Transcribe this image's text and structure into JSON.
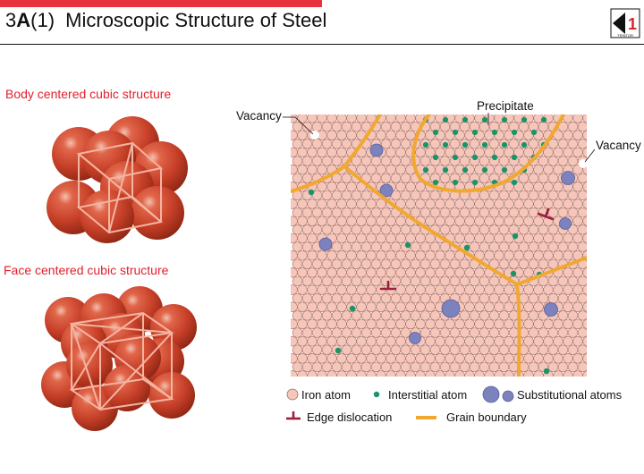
{
  "header": {
    "section_number": "3",
    "section_letter": "A",
    "section_sub": "(1)",
    "title": "Microscopic Structure of Steel",
    "logo_text": "TRINTOR"
  },
  "structures": {
    "bcc_label": "Body centered cubic structure",
    "fcc_label": "Face centered cubic structure"
  },
  "micro": {
    "labels": {
      "vacancy_left": "Vacancy",
      "precipitate": "Precipitate",
      "vacancy_right": "Vacancy"
    },
    "legend": {
      "iron_atom": "Iron atom",
      "interstitial_atom": "Interstitial atom",
      "substitutional_atoms": "Substitutional atoms",
      "edge_dislocation": "Edge dislocation",
      "grain_boundary": "Grain boundary"
    }
  },
  "colors": {
    "accent_red": "#e0202c",
    "sphere_red": "#c8412c",
    "iron_atom_fill": "#f6c6bb",
    "interstitial": "#1a9466",
    "substitutional": "#7b82bd",
    "grain_boundary": "#f0a830",
    "dislocation": "#9c1f3c"
  }
}
